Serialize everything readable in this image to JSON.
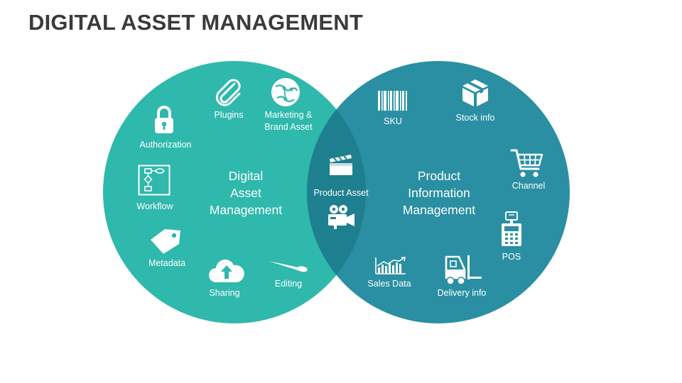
{
  "title": "DIGITAL ASSET MANAGEMENT",
  "colors": {
    "left_circle": "#2fb8ac",
    "right_circle": "#2a8fa2",
    "overlap": "#1e7f8e",
    "title": "#3a3a3a",
    "text": "#ffffff"
  },
  "left": {
    "title_lines": [
      "Digital",
      "Asset",
      "Management"
    ],
    "items": [
      {
        "label": "Authorization",
        "icon": "lock-icon"
      },
      {
        "label": "Plugins",
        "icon": "paperclip-icon"
      },
      {
        "label": "Marketing &",
        "label2": "Brand Asset",
        "icon": "globe-icon"
      },
      {
        "label": "Workflow",
        "icon": "flowchart-icon"
      },
      {
        "label": "Metadata",
        "icon": "tag-icon"
      },
      {
        "label": "Sharing",
        "icon": "cloud-upload-icon"
      },
      {
        "label": "Editing",
        "icon": "paintbrush-icon"
      }
    ]
  },
  "overlap": {
    "label": "Product Asset",
    "icons": [
      "clapperboard-icon",
      "video-camera-icon"
    ]
  },
  "right": {
    "title_lines": [
      "Product",
      "Information",
      "Management"
    ],
    "items": [
      {
        "label": "SKU",
        "icon": "barcode-icon"
      },
      {
        "label": "Stock info",
        "icon": "box-icon"
      },
      {
        "label": "Channel",
        "icon": "shopping-cart-icon"
      },
      {
        "label": "POS",
        "icon": "pos-terminal-icon"
      },
      {
        "label": "Delivery info",
        "icon": "forklift-icon"
      },
      {
        "label": "Sales Data",
        "icon": "bar-chart-icon"
      }
    ]
  }
}
